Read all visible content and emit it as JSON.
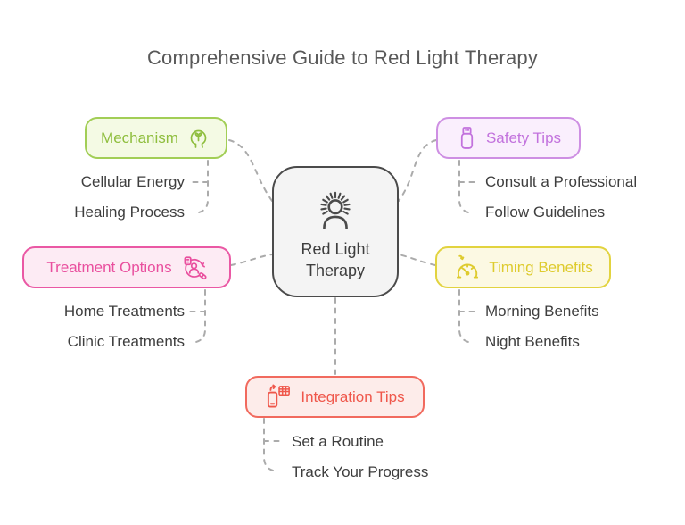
{
  "title": "Comprehensive Guide to Red Light Therapy",
  "center": {
    "line1": "Red Light",
    "line2": "Therapy",
    "icon": "person-radiating-light-icon",
    "border_color": "#4B4B4B",
    "background": "#F4F4F4"
  },
  "branches": [
    {
      "id": "mechanism",
      "label": "Mechanism",
      "icon": "mind-mechanism-icon",
      "accent_color": "#8FBE3E",
      "border_color": "#A2CE56",
      "background": "#F4FAE4",
      "items": [
        "Cellular Energy",
        "Healing Process"
      ]
    },
    {
      "id": "safety-tips",
      "label": "Safety Tips",
      "icon": "usb-device-icon",
      "accent_color": "#C272DD",
      "border_color": "#CE8FE3",
      "background": "#FAEFFD",
      "items": [
        "Consult a Professional",
        "Follow Guidelines"
      ]
    },
    {
      "id": "treatment-options",
      "label": "Treatment Options",
      "icon": "patient-care-cycle-icon",
      "accent_color": "#E94F9E",
      "border_color": "#EA58A4",
      "background": "#FDEBF4",
      "items": [
        "Home Treatments",
        "Clinic Treatments"
      ]
    },
    {
      "id": "timing-benefits",
      "label": "Timing Benefits",
      "icon": "gauge-timer-icon",
      "accent_color": "#DECB2E",
      "border_color": "#E2D33F",
      "background": "#FCF9E3",
      "items": [
        "Morning Benefits",
        "Night Benefits"
      ]
    },
    {
      "id": "integration-tips",
      "label": "Integration Tips",
      "icon": "phone-calendar-icon",
      "accent_color": "#EF574B",
      "border_color": "#F16A5E",
      "background": "#FDECEA",
      "items": [
        "Set a Routine",
        "Track Your Progress"
      ]
    }
  ],
  "colors": {
    "connector": "#ABABAB",
    "title_text": "#585858",
    "sub_label_text": "#3E3E3E",
    "canvas_background": "#FFFFFF"
  }
}
